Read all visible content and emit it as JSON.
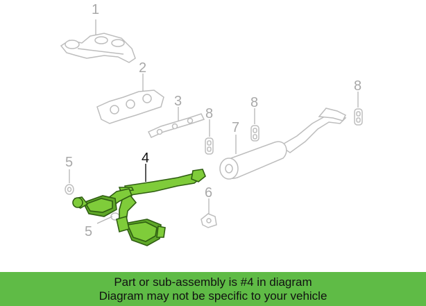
{
  "diagram": {
    "callouts": [
      {
        "id": "c1",
        "label": "1"
      },
      {
        "id": "c2",
        "label": "2"
      },
      {
        "id": "c3",
        "label": "3"
      },
      {
        "id": "c4",
        "label": "4"
      },
      {
        "id": "c5a",
        "label": "5"
      },
      {
        "id": "c5b",
        "label": "5"
      },
      {
        "id": "c6",
        "label": "6"
      },
      {
        "id": "c7",
        "label": "7"
      },
      {
        "id": "c8a",
        "label": "8"
      },
      {
        "id": "c8b",
        "label": "8"
      },
      {
        "id": "c8c",
        "label": "8"
      }
    ],
    "highlighted_part": "4",
    "colors": {
      "highlight": "#7fcc3a",
      "ghost": "#bdbdbd",
      "banner": "#5fbb46"
    }
  },
  "banner": {
    "line1": "Part or sub-assembly is #4 in diagram",
    "line2": "Diagram may not be specific to your vehicle"
  }
}
